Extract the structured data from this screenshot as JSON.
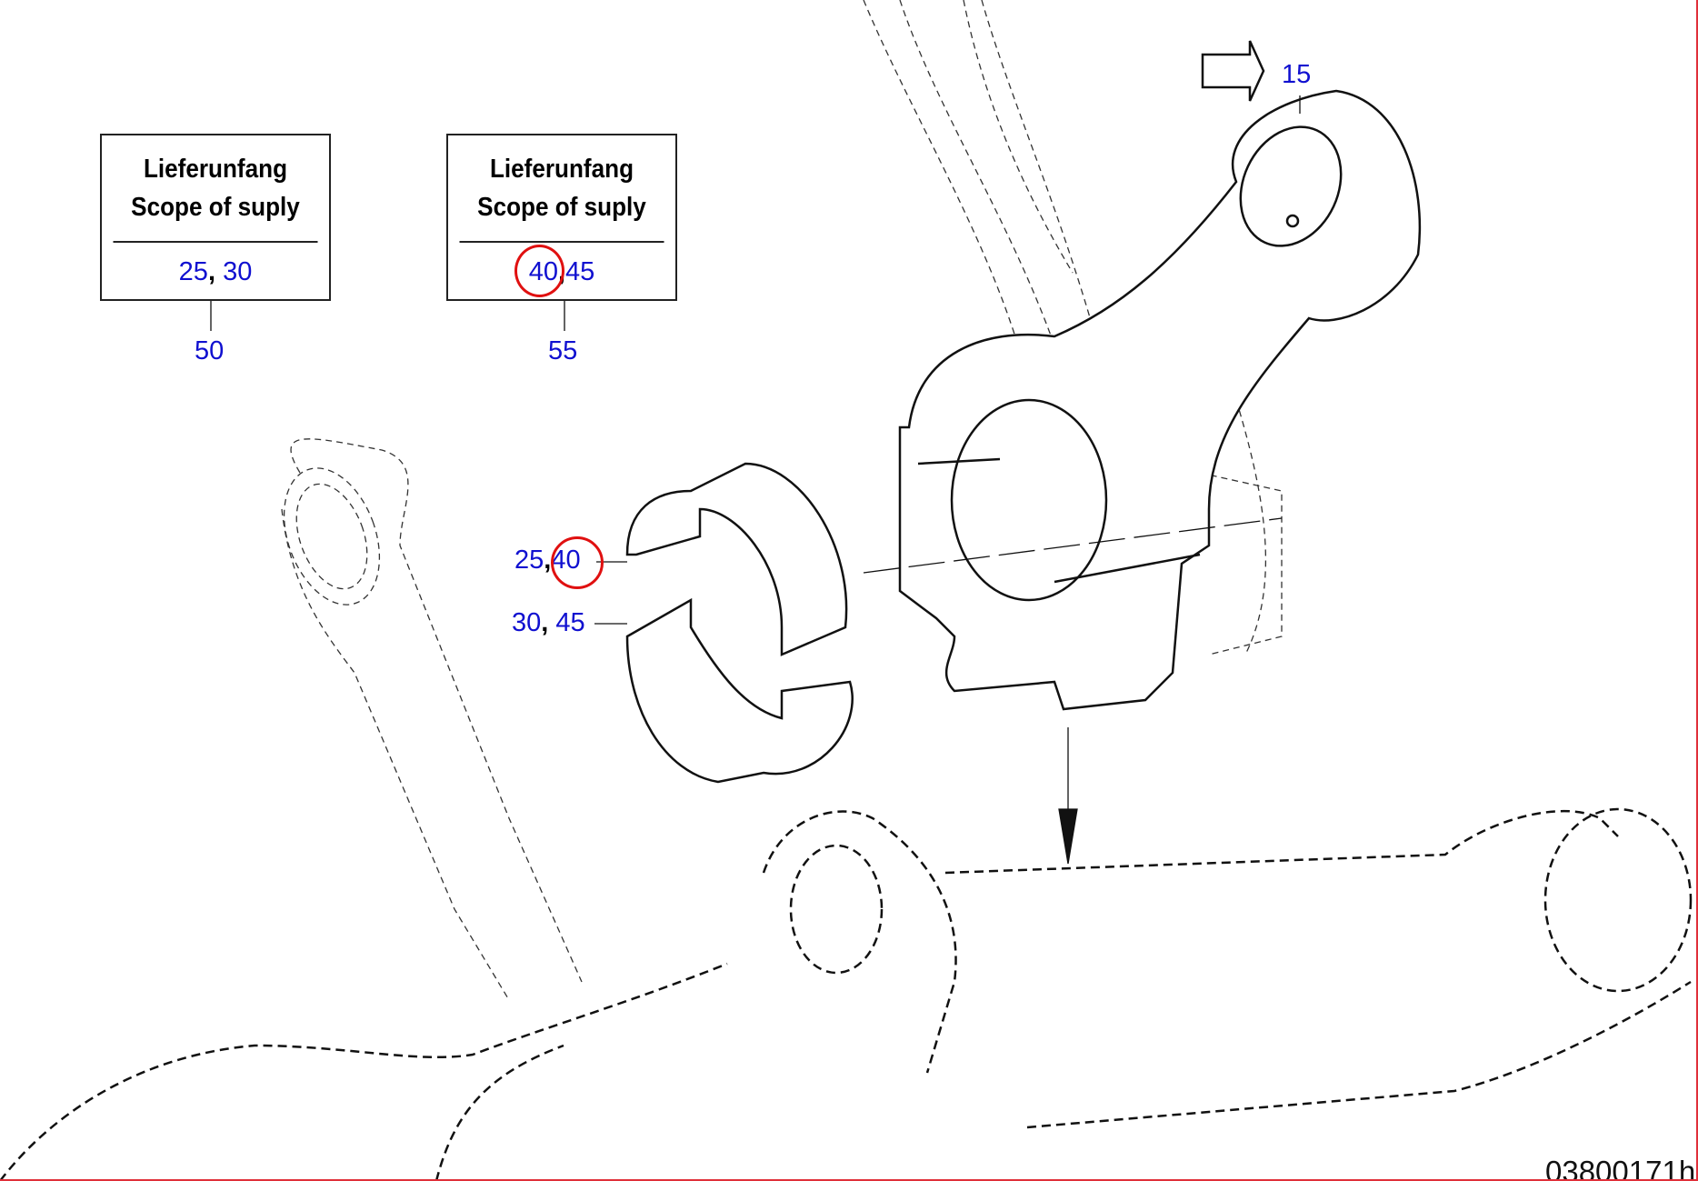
{
  "scope_boxes": [
    {
      "title_de": "Lieferunfang",
      "title_en": "Scope of suply",
      "items": [
        "25",
        "30"
      ],
      "callout": "50"
    },
    {
      "title_de": "Lieferunfang",
      "title_en": "Scope of suply",
      "items": [
        "40",
        "45"
      ],
      "callout": "55",
      "highlighted_item": "40"
    }
  ],
  "callouts": {
    "conrod": "15",
    "upper_shell": [
      "25",
      "40"
    ],
    "lower_shell": [
      "30",
      "45"
    ],
    "highlighted": "40"
  },
  "separator": ",",
  "document_id": "03800171h",
  "colors": {
    "callout": "#1010d0",
    "highlight": "#e01010"
  }
}
